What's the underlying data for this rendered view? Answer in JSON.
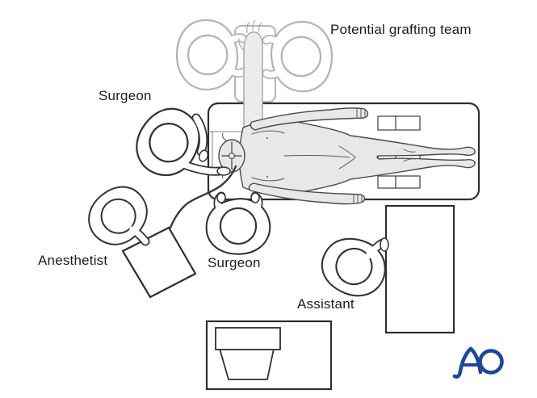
{
  "diagram": {
    "description": "Operating room setup diagram, top view",
    "labels": {
      "grafting_team": "Potential grafting team",
      "surgeon_top": "Surgeon",
      "anesthetist": "Anesthetist",
      "surgeon_bottom": "Surgeon",
      "assistant": "Assistant"
    },
    "logo_text": "AO",
    "figures": [
      {
        "role": "grafting team member (left)",
        "style": "faded outline"
      },
      {
        "role": "grafting team member (right)",
        "style": "faded outline"
      },
      {
        "role": "patient supine on table, head left, one arm abducted on arm board",
        "style": "gray shaded"
      },
      {
        "role": "surgeon at head of table"
      },
      {
        "role": "anesthetist at lower left with machine"
      },
      {
        "role": "surgeon at side of table"
      },
      {
        "role": "assistant at lower right beside back table"
      }
    ],
    "equipment": [
      "operating table",
      "arm board",
      "leg support frames",
      "anesthesia machine (rotated square)",
      "back table (right)",
      "instrument table with tray and basin (bottom)"
    ],
    "colors": {
      "background": "#ffffff",
      "line": "#333333",
      "patient_fill": "#e8e8e8",
      "faded_line": "#b4b4b4",
      "label_text": "#1c1c1c",
      "logo_blue": "#1c4898"
    }
  }
}
